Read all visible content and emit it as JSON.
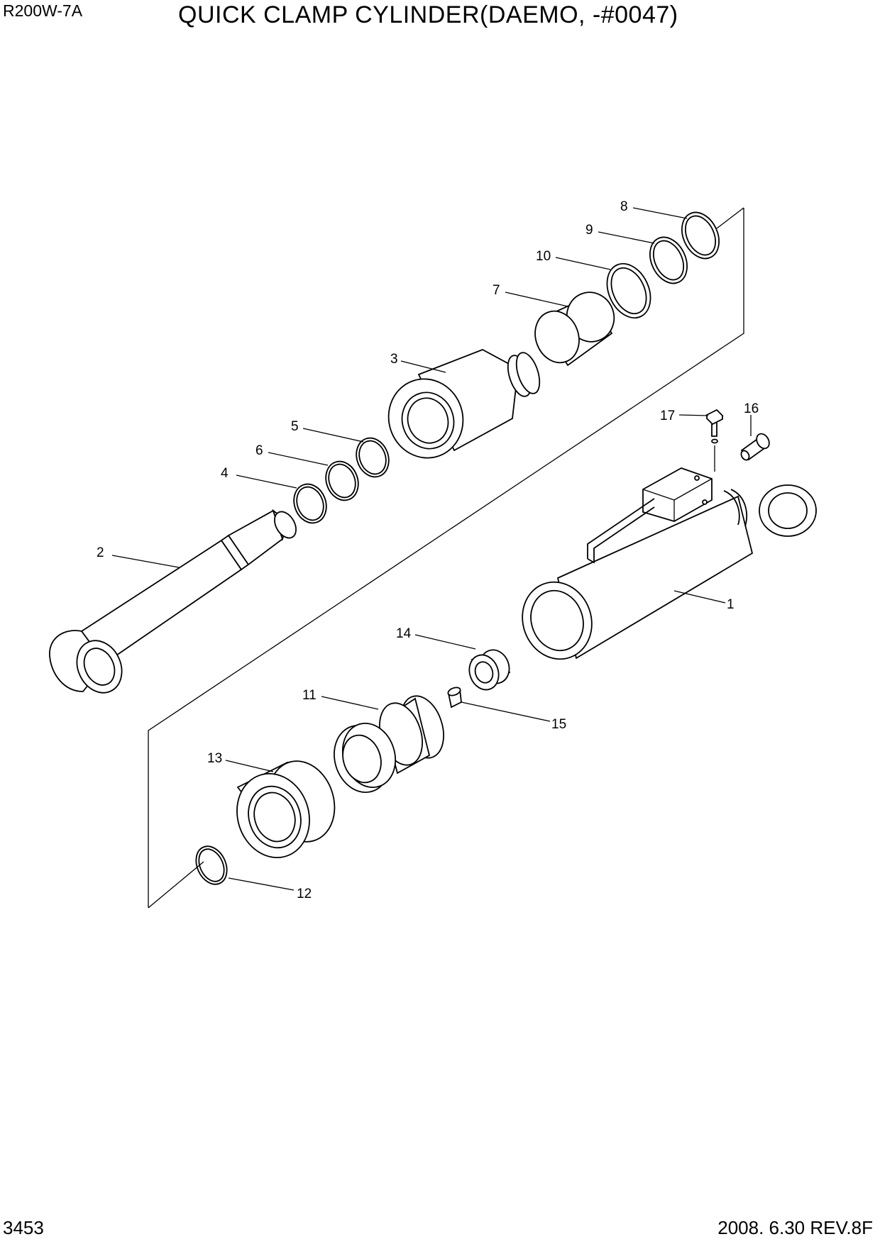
{
  "header": {
    "model": "R200W-7A",
    "title": "QUICK CLAMP CYLINDER(DAEMO, -#0047)"
  },
  "footer": {
    "page_number": "3453",
    "revision": "2008. 6.30  REV.8F"
  },
  "callouts": {
    "c1": "1",
    "c2": "2",
    "c3": "3",
    "c4": "4",
    "c5": "5",
    "c6": "6",
    "c7": "7",
    "c8": "8",
    "c9": "9",
    "c10": "10",
    "c11": "11",
    "c12": "12",
    "c13": "13",
    "c14": "14",
    "c15": "15",
    "c16": "16",
    "c17": "17"
  }
}
